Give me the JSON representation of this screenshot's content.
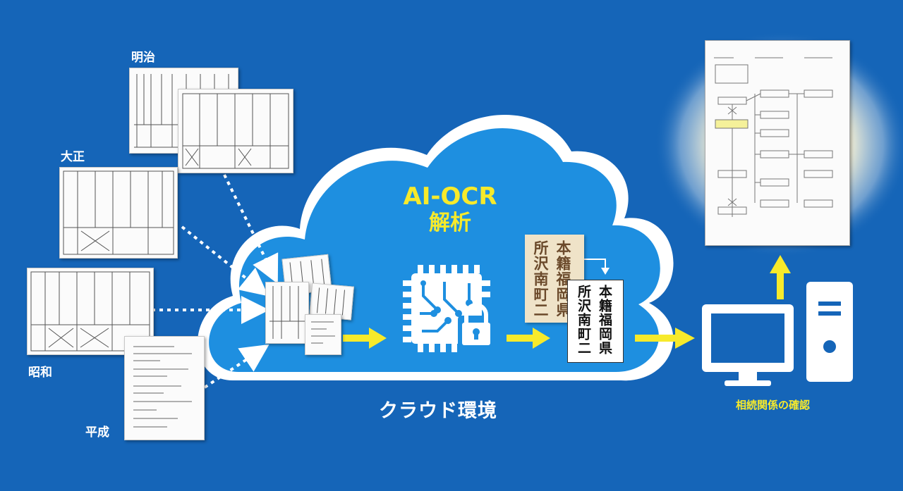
{
  "eras": [
    {
      "label": "明治"
    },
    {
      "label": "大正"
    },
    {
      "label": "昭和"
    },
    {
      "label": "平成"
    }
  ],
  "process": {
    "title_line1": "AI-OCR",
    "title_line2": "解析",
    "environment_label": "クラウド環境"
  },
  "ocr_sample": {
    "original_col1": "本籍福岡県",
    "original_col2": "所沢南町二",
    "recognized_col1": "本籍福岡県",
    "recognized_col2": "所沢南町二"
  },
  "result": {
    "label": "相続関係の確認"
  },
  "colors": {
    "background": "#1565b8",
    "cloud": "#1e8fe0",
    "accent_yellow": "#f7ea2b",
    "white": "#ffffff"
  }
}
